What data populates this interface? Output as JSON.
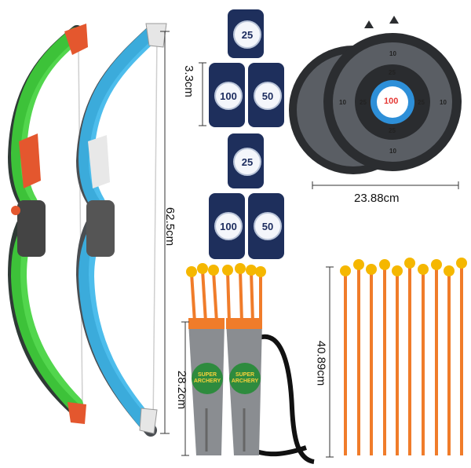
{
  "dimensions": {
    "can_height": "3.3cm",
    "bow_length": "62.5cm",
    "target_width": "23.88cm",
    "quiver_height": "28.2cm",
    "arrow_length": "40.89cm"
  },
  "cans": {
    "stack_1": [
      "25",
      "100",
      "50"
    ],
    "stack_2": [
      "25",
      "100",
      "50"
    ]
  },
  "target": {
    "bullseye": "100",
    "ring_labels": [
      "25",
      "25",
      "25",
      "25",
      "10",
      "10",
      "10",
      "10"
    ]
  },
  "quiver": {
    "badge_left": "SUPER ARCHERY",
    "badge_right": "SUPER ARCHERY"
  },
  "colors": {
    "bow_green": "#3fd23a",
    "bow_blue": "#3ab6ea",
    "bow_accent": "#e4572e",
    "can_navy": "#1e2f5c",
    "arrow_orange": "#f07c2a",
    "suction_yellow": "#f5b700",
    "target_grey": "#5a5e64"
  }
}
